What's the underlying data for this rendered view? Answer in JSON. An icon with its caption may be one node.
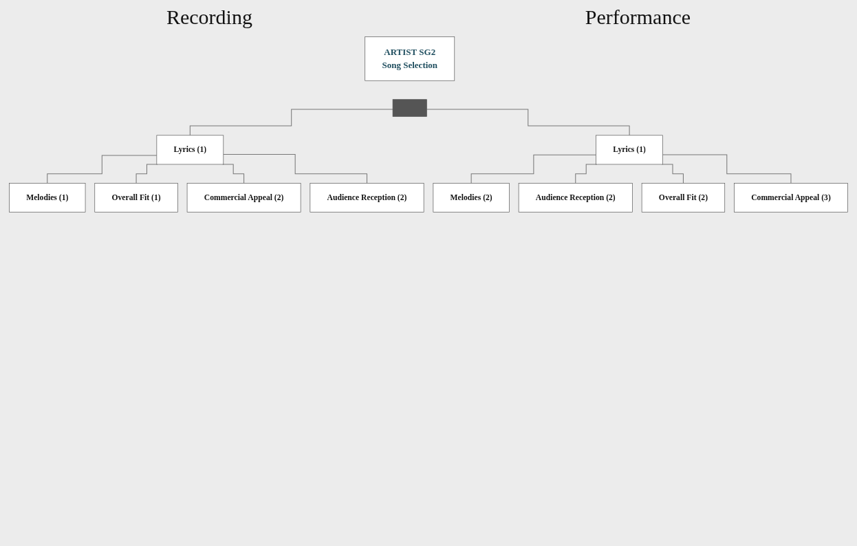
{
  "diagram": {
    "nodes": [
      {
        "text": [
          "ARTIST SG2",
          "Song Selection"
        ]
      },
      {
        "text": [],
        "shape": "bar"
      },
      {
        "text": [
          "Lyrics (1)"
        ]
      },
      {
        "text": [
          "Melodies (1)"
        ]
      },
      {
        "text": [
          "Overall Fit (1)"
        ]
      },
      {
        "text": [
          "Commercial Appeal (2)"
        ]
      },
      {
        "text": [
          "Audience Reception (2)"
        ]
      },
      {
        "text": [
          "Lyrics (1)"
        ]
      },
      {
        "text": [
          "Melodies (2)"
        ]
      },
      {
        "text": [
          "Audience Reception (2)"
        ]
      },
      {
        "text": [
          "Overall Fit (2)"
        ]
      },
      {
        "text": [
          "Commercial Appeal (3)"
        ]
      }
    ],
    "edges": [
      {
        "from": 1,
        "to": 2,
        "arrow": "none"
      },
      {
        "from": 1,
        "to": 7,
        "arrow": "none"
      },
      {
        "from": 2,
        "to": 3,
        "arrow": "none"
      },
      {
        "from": 2,
        "to": 4,
        "arrow": "none"
      },
      {
        "from": 2,
        "to": 5,
        "arrow": "none"
      },
      {
        "from": 2,
        "to": 6,
        "arrow": "none"
      },
      {
        "from": 7,
        "to": 8,
        "arrow": "none"
      },
      {
        "from": 7,
        "to": 9,
        "arrow": "none"
      },
      {
        "from": 7,
        "to": 10,
        "arrow": "none"
      },
      {
        "from": 7,
        "to": 11,
        "arrow": "none"
      }
    ],
    "labels": [
      "Recording",
      "Performance"
    ]
  }
}
